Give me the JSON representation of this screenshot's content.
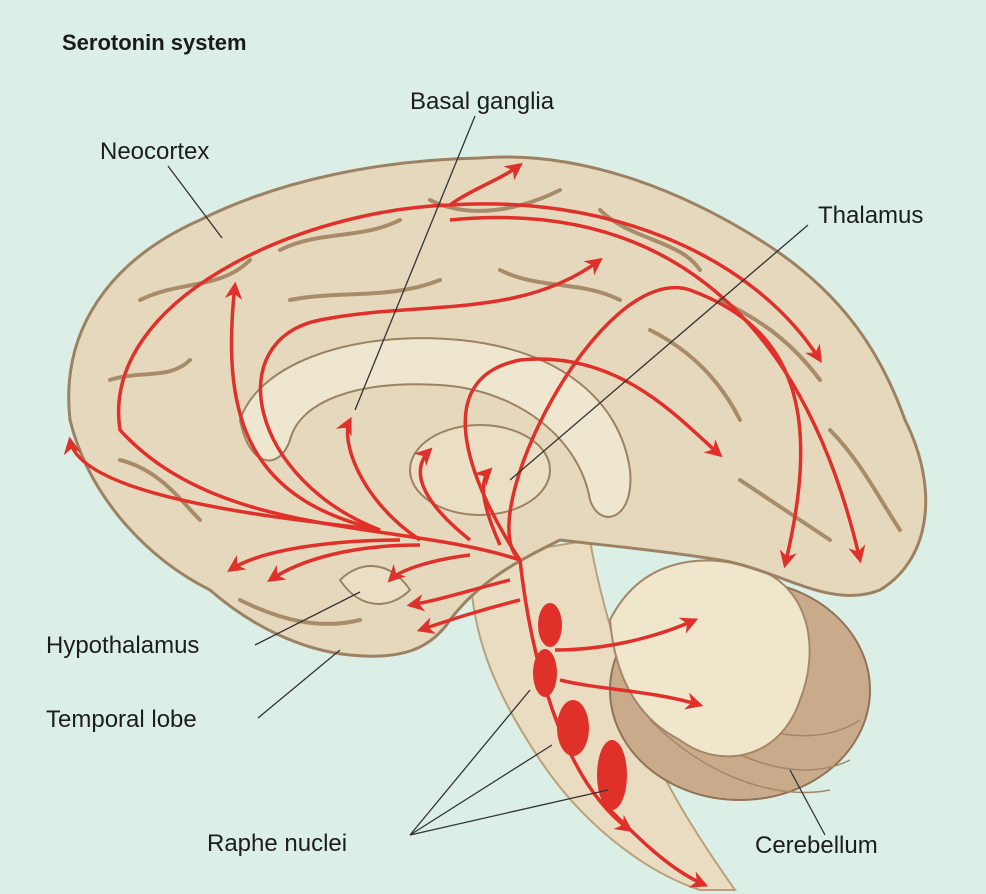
{
  "title": "Serotonin system",
  "labels": {
    "basal_ganglia": "Basal ganglia",
    "neocortex": "Neocortex",
    "thalamus": "Thalamus",
    "hypothalamus": "Hypothalamus",
    "temporal_lobe": "Temporal lobe",
    "raphe_nuclei": "Raphe nuclei",
    "cerebellum": "Cerebellum"
  },
  "colors": {
    "background": "#dcefe6",
    "brain": "#e6d8bd",
    "brain_shadow": "#b9a07e",
    "inner": "#efe6cf",
    "pathway": "#e0302a"
  }
}
